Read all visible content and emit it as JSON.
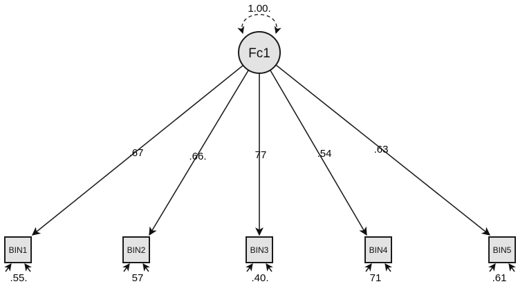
{
  "diagram": {
    "type": "sem-path-diagram",
    "latent": {
      "label": "Fc1",
      "variance": "1.00."
    },
    "loadings": {
      "bin1": ".67",
      "bin2": ".66.",
      "bin3": "77",
      "bin4": ".54",
      "bin5": ".63"
    },
    "observed": {
      "bin1": {
        "label": "BIN1",
        "residual": ".55."
      },
      "bin2": {
        "label": "BIN2",
        "residual": "57"
      },
      "bin3": {
        "label": "BIN3",
        "residual": ".40."
      },
      "bin4": {
        "label": "BIN4",
        "residual": "71"
      },
      "bin5": {
        "label": "BIN5",
        "residual": ".61"
      }
    },
    "colors": {
      "node_fill": "#e3e3e3",
      "node_stroke": "#1a1a1a",
      "line": "#1f1f1f",
      "background": "#ffffff",
      "text": "#000000"
    }
  }
}
